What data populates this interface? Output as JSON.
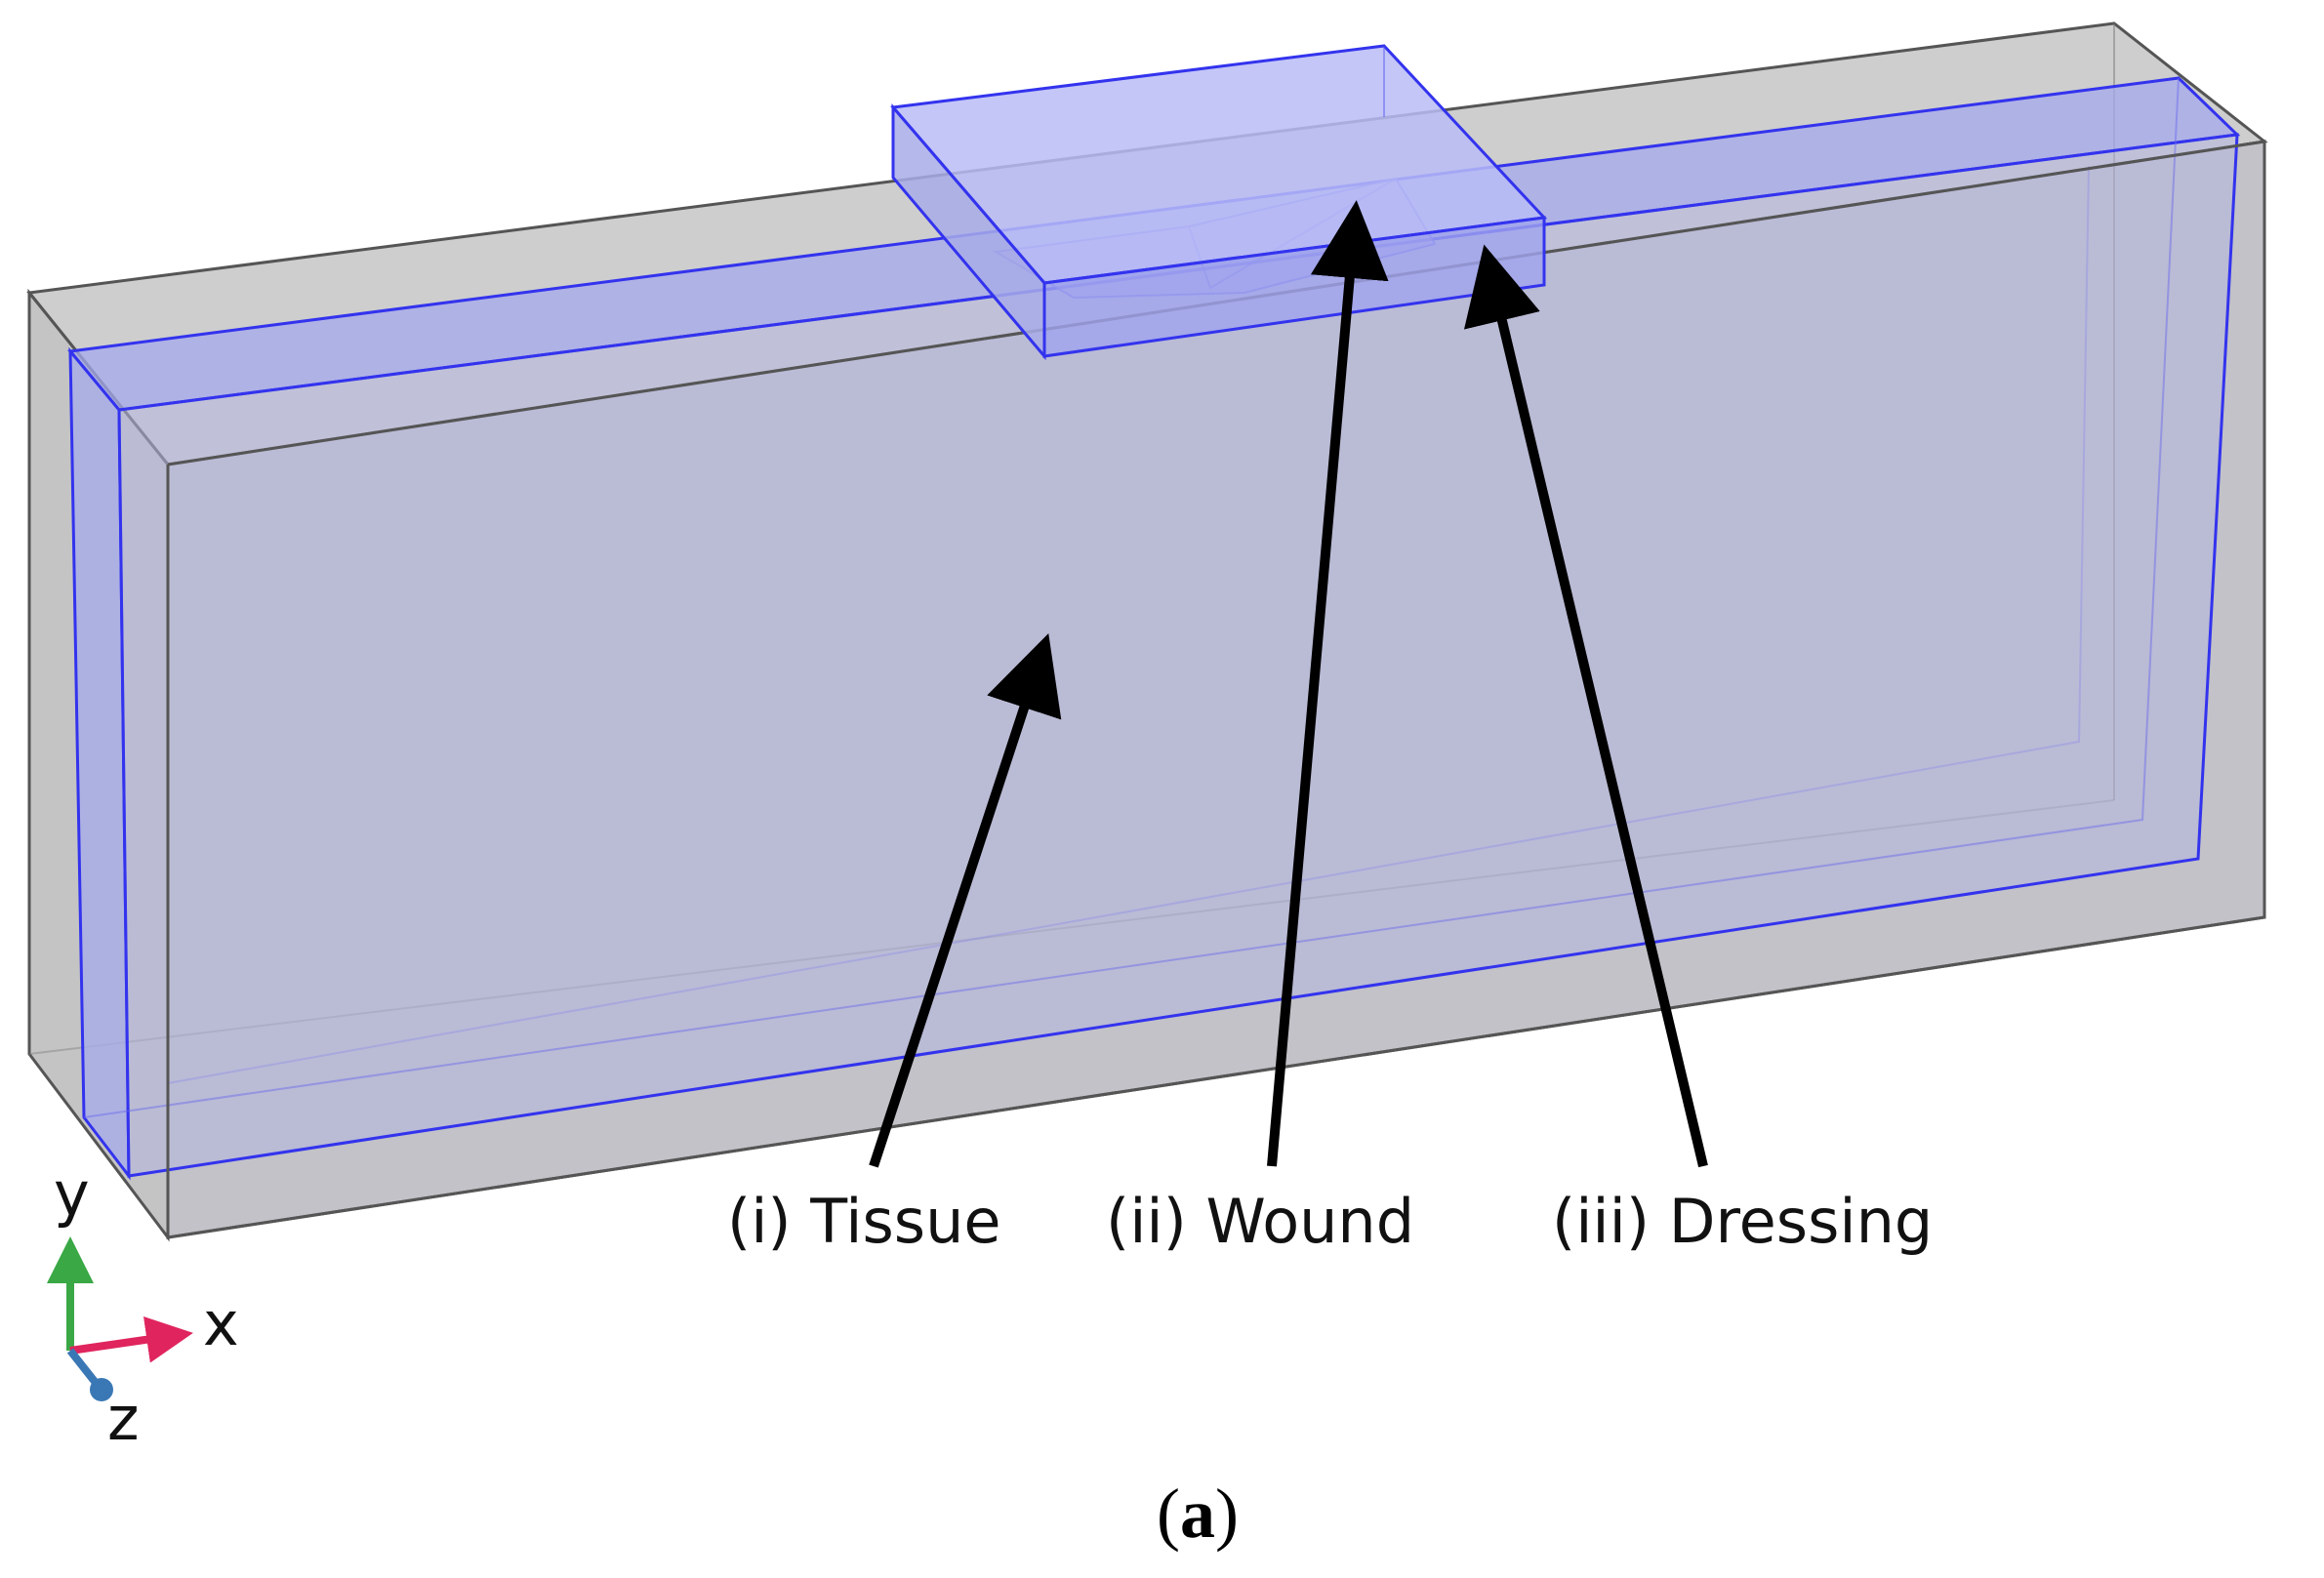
{
  "labels": {
    "tissue": "(i) Tissue",
    "wound": "(ii) Wound",
    "dressing": "(iii) Dressing"
  },
  "axes": {
    "y": "y",
    "x": "x",
    "z": "z"
  },
  "panel": {
    "open": "(",
    "letter": "a",
    "close": ")"
  },
  "colors": {
    "outer_box_fill": "#c8c8c8",
    "outer_box_edge": "#555555",
    "inner_volume_fill": "#aeb0e6",
    "inner_volume_edge": "#3333ee",
    "dressing_fill": "#b4b8f4",
    "arrow": "#000000",
    "axis_x": "#e0245e",
    "axis_y": "#3aa845",
    "axis_z": "#3a78b5"
  }
}
